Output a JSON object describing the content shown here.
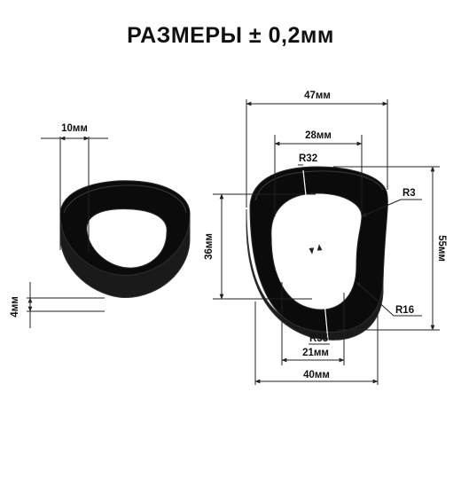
{
  "title": "РАЗМЕРЫ ± 0,2мм",
  "small_washer": {
    "hole_width": "10мм",
    "thickness": "4мм"
  },
  "large_washer": {
    "outer_top_width": "47мм",
    "inner_top_width": "28мм",
    "inner_height": "36мм",
    "outer_height": "55мм",
    "inner_bottom_width": "21мм",
    "outer_bottom_width": "40мм",
    "radius_top": "R32",
    "radius_corner": "R3",
    "radius_side": "R16",
    "radius_bottom": "R35"
  },
  "colors": {
    "part_fill": "#0b0b0b",
    "part_edge": "#2c2c2c",
    "dimension_line": "#222222"
  }
}
